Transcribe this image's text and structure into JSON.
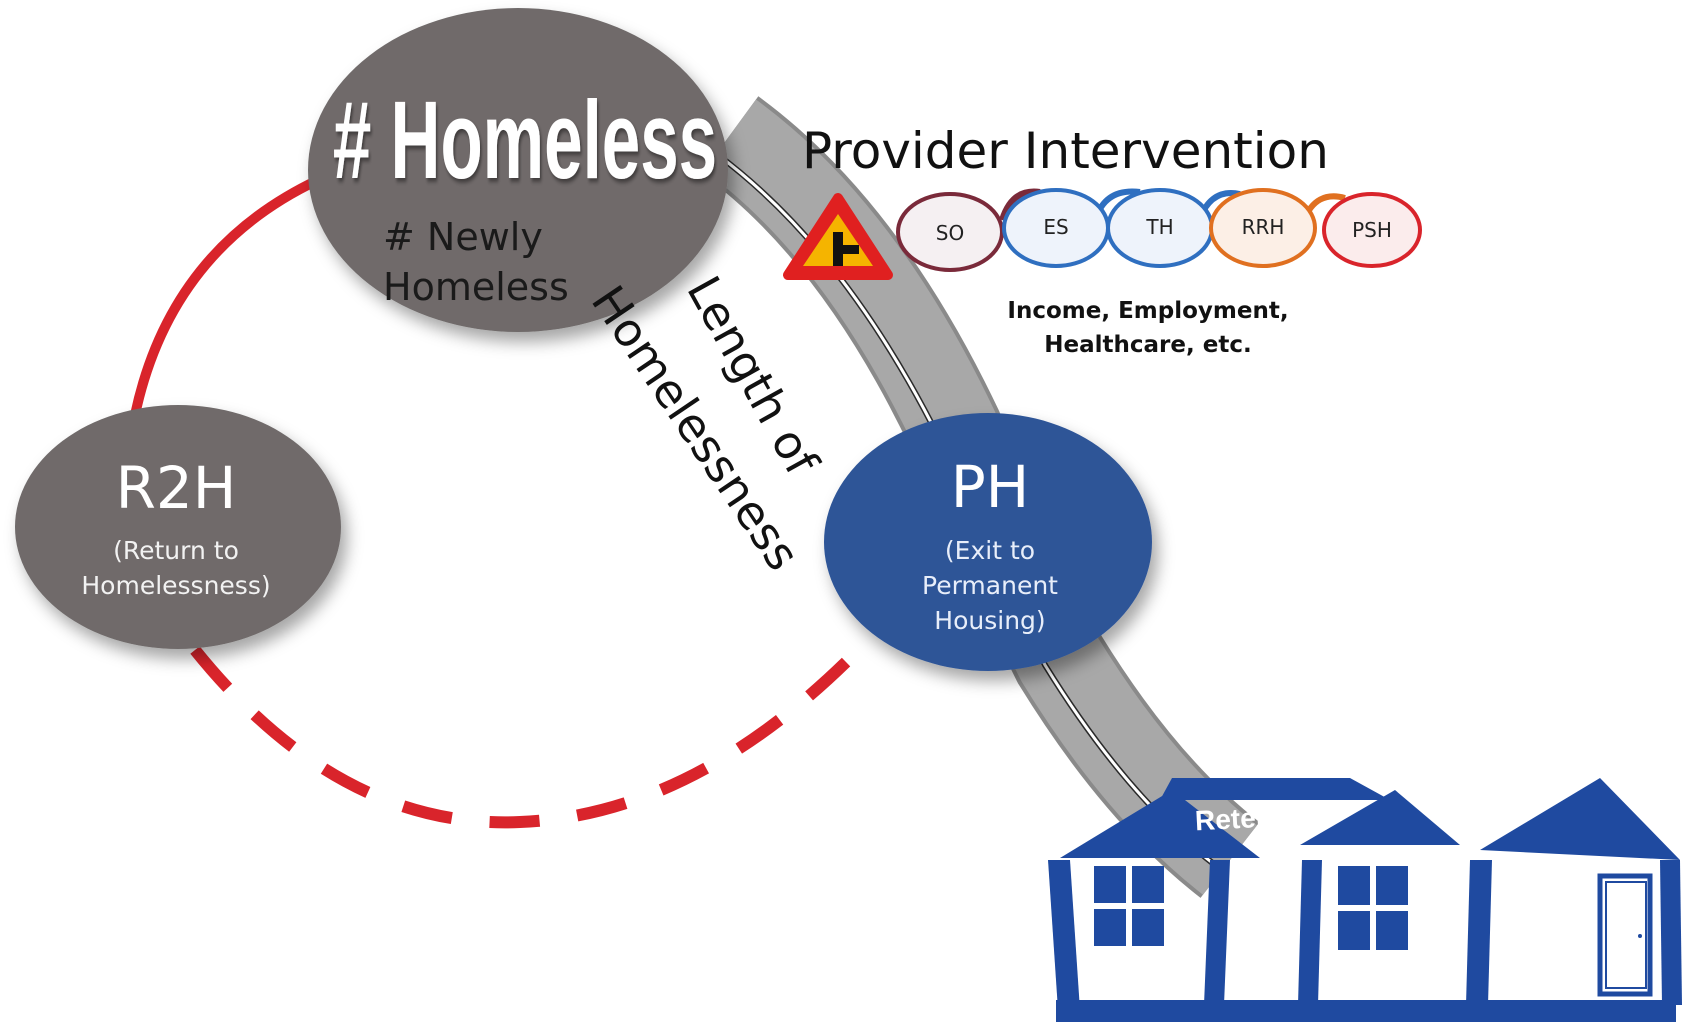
{
  "homeless": {
    "title": "# Homeless",
    "sub_line1": "# Newly",
    "sub_line2": "Homeless"
  },
  "length": {
    "line1": "Length of",
    "line2": "Homelessness"
  },
  "provider": {
    "title": "Provider Intervention",
    "steps": [
      "SO",
      "ES",
      "TH",
      "RRH",
      "PSH"
    ],
    "note_line1": "Income, Employment,",
    "note_line2": "Healthcare, etc."
  },
  "r2h": {
    "title": "R2H",
    "line1": "(Return to",
    "line2": "Homelessness)"
  },
  "ph": {
    "title": "PH",
    "line1": "(Exit to",
    "line2": "Permanent",
    "line3": "Housing)"
  },
  "house": {
    "label": "Retention"
  },
  "colors": {
    "gray_node": "#6f6b6a",
    "blue_node": "#2f5597",
    "red_loop": "#d9242b",
    "road": "#a6a6a6",
    "house_blue": "#1f4aa0",
    "sign_red": "#e02020",
    "sign_yellow": "#f5b400"
  }
}
